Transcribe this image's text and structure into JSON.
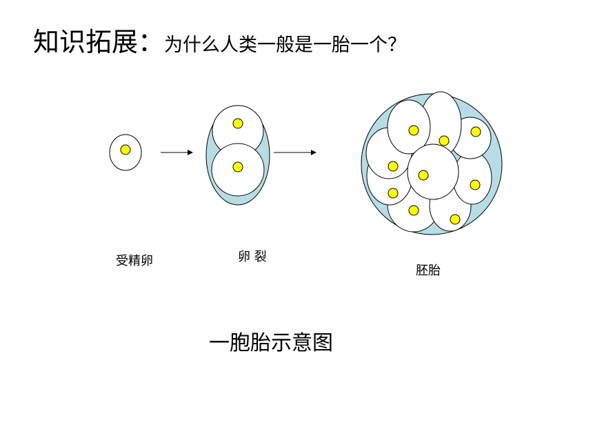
{
  "title": {
    "main": "知识拓展：",
    "question": "为什么人类一般是一胎一个？"
  },
  "labels": {
    "zygote": "受精卵",
    "cleavage": "卵  裂",
    "embryo": "胚胎"
  },
  "caption": "一胞胎示意图",
  "colors": {
    "nucleus": "#ffff00",
    "envelope": "#b6dde5",
    "cell": "#ffffff",
    "stroke": "#000000"
  }
}
